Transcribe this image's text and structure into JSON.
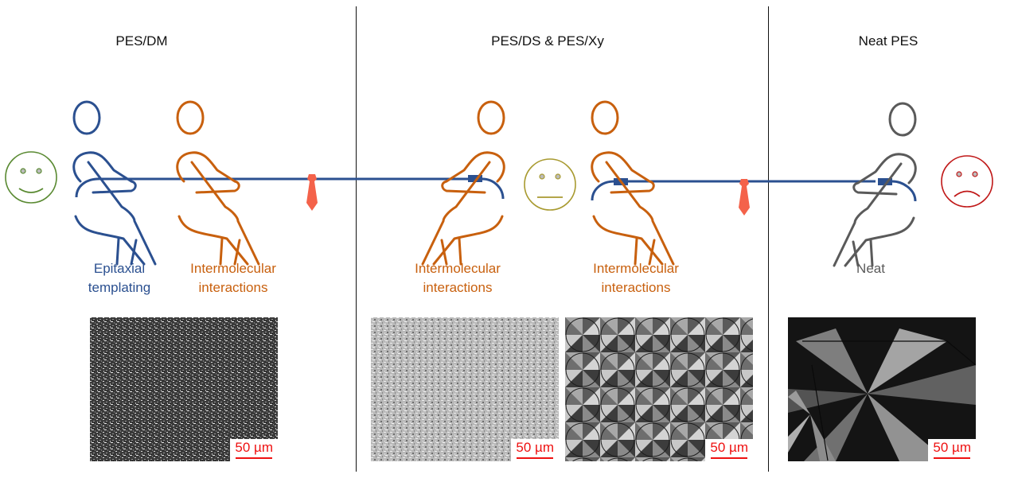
{
  "colors": {
    "blue": "#2b5090",
    "orange": "#c8600e",
    "gray": "#5a5a5a",
    "marker": "#f4624a",
    "happy": "#5a8a32",
    "neutral": "#a89a30",
    "sad": "#c01818",
    "scalebar": "#ee1111"
  },
  "panels": [
    {
      "title": "PES/DM",
      "face": "happy-face",
      "figures": [
        {
          "color": "blue",
          "label_lines": [
            "Epitaxial",
            "templating"
          ]
        },
        {
          "color": "orange",
          "label_lines": [
            "Intermolecular",
            "interactions"
          ]
        }
      ],
      "micrograph": {
        "texture": "fine-grained dark",
        "scale_label": "50 µm"
      }
    },
    {
      "title": "PES/DS & PES/Xy",
      "face": "neutral-face",
      "figures": [
        {
          "color": "orange",
          "label_lines": [
            "Intermolecular",
            "interactions"
          ]
        },
        {
          "color": "orange",
          "label_lines": [
            "Intermolecular",
            "interactions"
          ]
        }
      ],
      "micrographs": [
        {
          "texture": "fine-grained light",
          "scale_label": "50 µm"
        },
        {
          "texture": "small spherulites",
          "scale_label": "50 µm"
        }
      ]
    },
    {
      "title": "Neat PES",
      "face": "sad-face",
      "figures": [
        {
          "color": "gray",
          "label_lines": [
            "Neat"
          ]
        }
      ],
      "micrograph": {
        "texture": "large spherulites",
        "scale_label": "50 µm"
      }
    }
  ]
}
